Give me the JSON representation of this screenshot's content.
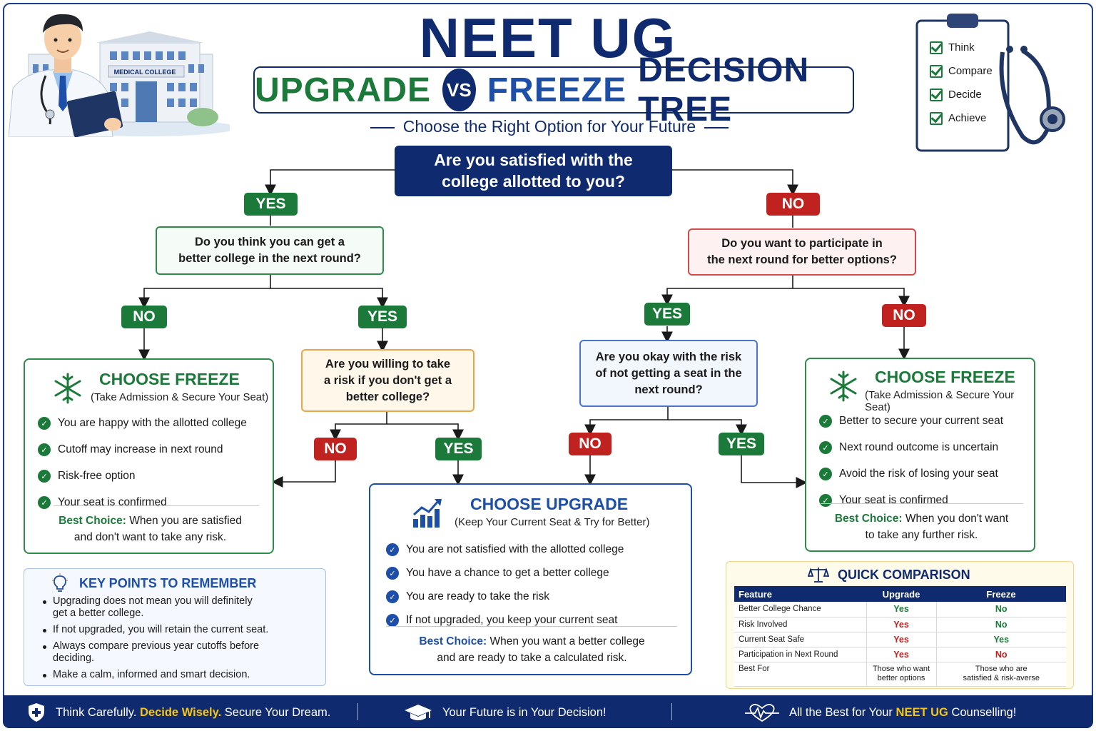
{
  "header": {
    "title": "NEET UG",
    "upgrade": "UPGRADE",
    "vs": "VS",
    "freeze": "FREEZE",
    "decision_tree": "DECISION TREE",
    "tagline": "Choose the Right Option for Your Future",
    "building_sign": "MEDICAL COLLEGE"
  },
  "checklist": [
    "Think",
    "Compare",
    "Decide",
    "Achieve"
  ],
  "root_question": {
    "line1": "Are you satisfied with the",
    "line2": "college allotted to you?"
  },
  "labels": {
    "yes": "YES",
    "no": "NO"
  },
  "left_question": {
    "line1": "Do you think you can get a",
    "line2": "better college in the next round?"
  },
  "right_question": {
    "line1": "Do you want to participate in",
    "line2": "the next round for better options?"
  },
  "risk_question_left": {
    "line1": "Are you willing to take",
    "line2": "a risk if you don't get a",
    "line3": "better college?"
  },
  "risk_question_right": {
    "line1": "Are you okay with the risk",
    "line2": "of not getting a seat in the",
    "line3": "next round?"
  },
  "freeze_left": {
    "title": "CHOOSE FREEZE",
    "subtitle": "(Take Admission & Secure Your Seat)",
    "items": [
      "You are happy with the allotted college",
      "Cutoff may increase in next round",
      "Risk-free option",
      "Your seat is confirmed"
    ],
    "best_label": "Best Choice:",
    "best_line1": "When you are satisfied",
    "best_line2": "and don't want to take any risk."
  },
  "freeze_right": {
    "title": "CHOOSE FREEZE",
    "subtitle": "(Take Admission & Secure Your Seat)",
    "items": [
      "Better to secure your current seat",
      "Next round outcome is uncertain",
      "Avoid the risk of losing your seat",
      "Your seat is confirmed"
    ],
    "best_label": "Best Choice:",
    "best_line1": "When you don't want",
    "best_line2": "to take any further risk."
  },
  "upgrade": {
    "title": "CHOOSE UPGRADE",
    "subtitle": "(Keep Your Current Seat & Try for Better)",
    "items": [
      "You are not satisfied with the allotted college",
      "You have a chance to get a better college",
      "You are ready to take the risk",
      "If not upgraded, you keep your current seat"
    ],
    "best_label": "Best Choice:",
    "best_line1": "When you want a better college",
    "best_line2": "and are ready to take a calculated risk."
  },
  "key_points": {
    "title": "KEY POINTS TO REMEMBER",
    "items": [
      {
        "l1": "Upgrading does not mean you will definitely",
        "l2": "get a better college."
      },
      {
        "l1": "If not upgraded, you will retain the current seat.",
        "l2": ""
      },
      {
        "l1": "Always compare previous year cutoffs before",
        "l2": "deciding."
      },
      {
        "l1": "Make a calm, informed and smart decision.",
        "l2": ""
      }
    ]
  },
  "comparison": {
    "title": "QUICK COMPARISON",
    "headers": [
      "Feature",
      "Upgrade",
      "Freeze"
    ],
    "rows": [
      [
        "Better College Chance",
        "Yes",
        "No"
      ],
      [
        "Risk Involved",
        "Yes",
        "No"
      ],
      [
        "Current Seat Safe",
        "Yes",
        "Yes"
      ],
      [
        "Participation in Next Round",
        "Yes",
        "No"
      ]
    ],
    "best_for": {
      "label": "Best For",
      "upgrade_l1": "Those who want",
      "upgrade_l2": "better options",
      "freeze_l1": "Those who are",
      "freeze_l2": "satisfied & risk-averse"
    }
  },
  "footer": {
    "seg1_a": "Think Carefully.",
    "seg1_b": "Decide Wisely.",
    "seg1_c": "Secure Your Dream.",
    "seg2": "Your Future is in Your Decision!",
    "seg3_a": "All the Best for Your",
    "seg3_b": "NEET UG",
    "seg3_c": "Counselling!"
  },
  "colors": {
    "navy": "#0f2a6e",
    "green": "#1b7a3a",
    "red": "#c0221f",
    "blue": "#1d4fa8",
    "gold": "#f5c518"
  }
}
